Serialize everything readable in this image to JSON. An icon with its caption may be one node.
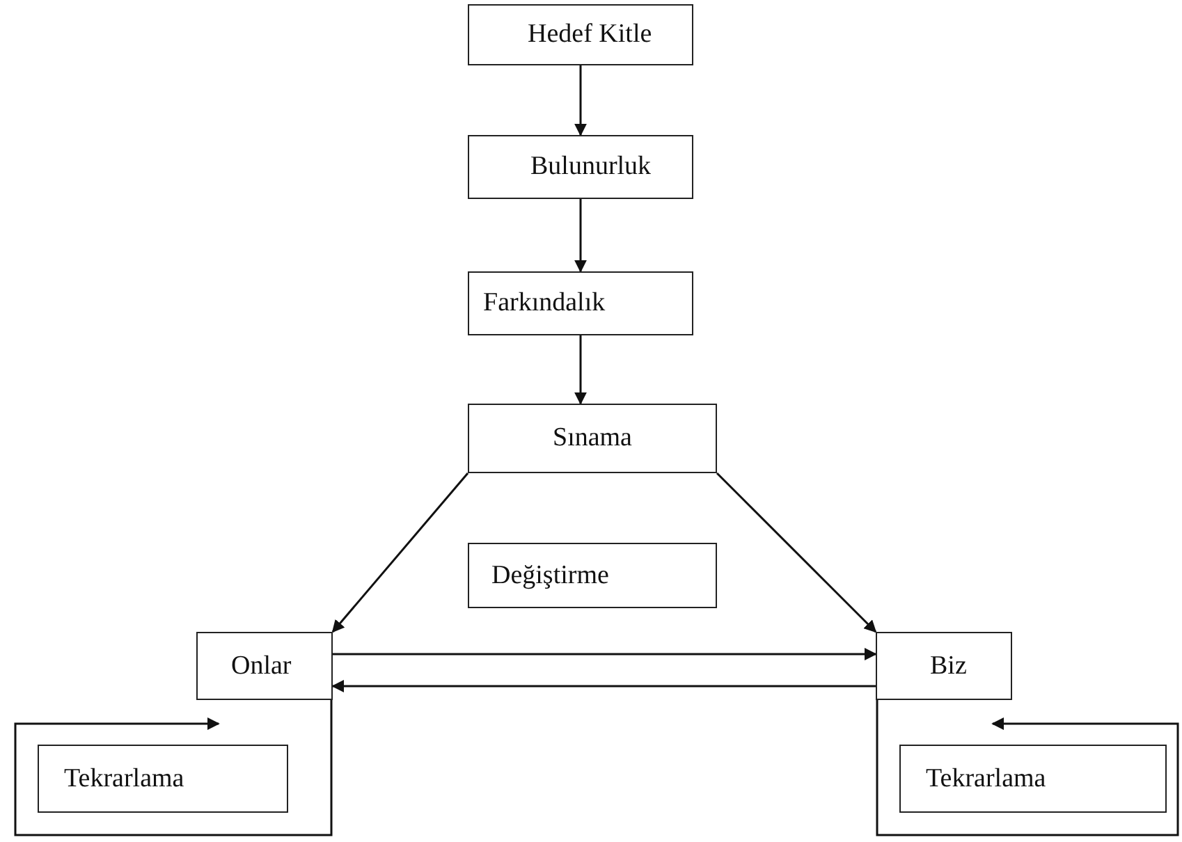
{
  "diagram": {
    "nodes": [
      {
        "text": [
          "Hedef Kitle"
        ]
      },
      {
        "text": [
          "Bulunurluk"
        ]
      },
      {
        "text": [
          "Farkındalık"
        ]
      },
      {
        "text": [
          "Sınama"
        ]
      },
      {
        "text": [
          "Değiştirme"
        ]
      },
      {
        "text": [
          "Onlar"
        ]
      },
      {
        "text": [
          "Biz"
        ]
      },
      {
        "text": [
          "Tekrarlama"
        ]
      },
      {
        "text": [
          "Tekrarlama"
        ]
      }
    ],
    "edges": [
      {
        "from": 0,
        "to": 1,
        "arrow": "to"
      },
      {
        "from": 1,
        "to": 2,
        "arrow": "to"
      },
      {
        "from": 2,
        "to": 3,
        "arrow": "to"
      },
      {
        "from": 3,
        "to": 5,
        "arrow": "to"
      },
      {
        "from": 3,
        "to": 6,
        "arrow": "to"
      },
      {
        "from": 5,
        "to": 6,
        "arrow": "to"
      },
      {
        "from": 6,
        "to": 5,
        "arrow": "to"
      },
      {
        "from": 5,
        "to": 5,
        "arrow": "to"
      },
      {
        "from": 6,
        "to": 6,
        "arrow": "to"
      }
    ]
  }
}
